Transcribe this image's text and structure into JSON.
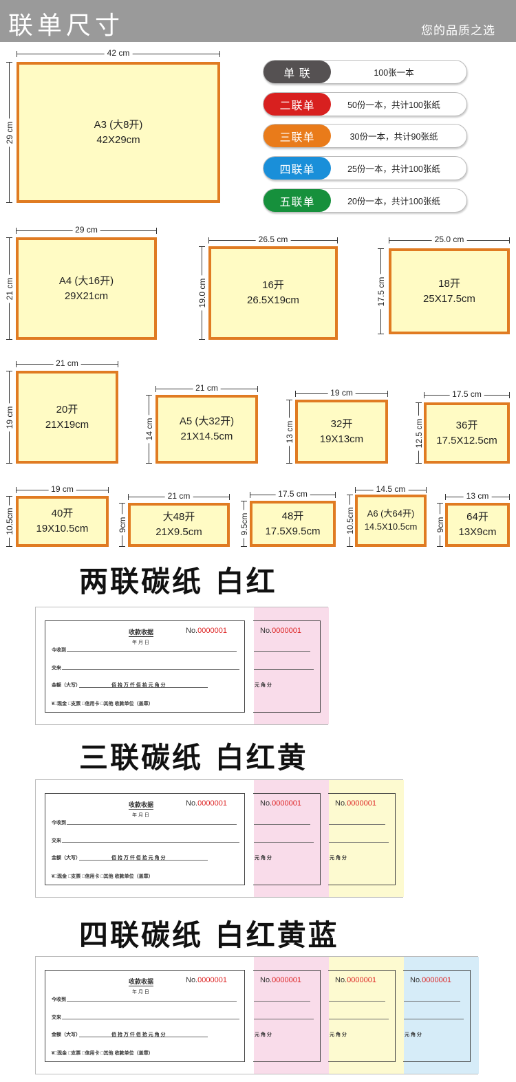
{
  "header": {
    "title": "联单尺寸",
    "slogan": "您的品质之选"
  },
  "plies": [
    {
      "label": "单 联",
      "desc": "100张一本",
      "color": "#555152"
    },
    {
      "label": "二联单",
      "desc": "50份一本，共计100张纸",
      "color": "#d8201f"
    },
    {
      "label": "三联单",
      "desc": "30份一本，共计90张纸",
      "color": "#e97b1a"
    },
    {
      "label": "四联单",
      "desc": "25份一本，共计100张纸",
      "color": "#1a8fd9"
    },
    {
      "label": "五联单",
      "desc": "20份一本，共计100张纸",
      "color": "#16903c"
    }
  ],
  "sizes": [
    {
      "name": "A3 (大8开)",
      "dims": "42X29cm",
      "width": "42 cm",
      "height": "29 cm"
    },
    {
      "name": "A4 (大16开)",
      "dims": "29X21cm",
      "width": "29 cm",
      "height": "21 cm"
    },
    {
      "name": "16开",
      "dims": "26.5X19cm",
      "width": "26.5 cm",
      "height": "19.0 cm"
    },
    {
      "name": "18开",
      "dims": "25X17.5cm",
      "width": "25.0 cm",
      "height": "17.5 cm"
    },
    {
      "name": "20开",
      "dims": "21X19cm",
      "width": "21 cm",
      "height": "19 cm"
    },
    {
      "name": "A5 (大32开)",
      "dims": "21X14.5cm",
      "width": "21 cm",
      "height": "14 cm"
    },
    {
      "name": "32开",
      "dims": "19X13cm",
      "width": "19 cm",
      "height": "13 cm"
    },
    {
      "name": "36开",
      "dims": "17.5X12.5cm",
      "width": "17.5 cm",
      "height": "12.5 cm"
    },
    {
      "name": "40开",
      "dims": "19X10.5cm",
      "width": "19 cm",
      "height": "10.5cm"
    },
    {
      "name": "大48开",
      "dims": "21X9.5cm",
      "width": "21 cm",
      "height": "9cm"
    },
    {
      "name": "48开",
      "dims": "17.5X9.5cm",
      "width": "17.5 cm",
      "height": "9.5cm"
    },
    {
      "name": "A6 (大64开)",
      "dims": "14.5X10.5cm",
      "width": "14.5 cm",
      "height": "10.5cm"
    },
    {
      "name": "64开",
      "dims": "13X9cm",
      "width": "13 cm",
      "height": "9cm"
    }
  ],
  "carbon_sections": [
    {
      "title": "两联碳纸 白红",
      "colors": [
        "#ffffff",
        "#f9dcea"
      ]
    },
    {
      "title": "三联碳纸 白红黄",
      "colors": [
        "#ffffff",
        "#f9dcea",
        "#fdfad0"
      ]
    },
    {
      "title": "四联碳纸 白红黄蓝",
      "colors": [
        "#ffffff",
        "#f9dcea",
        "#fdfad0",
        "#d6ecf8"
      ]
    }
  ],
  "receipt": {
    "title": "收款收据",
    "no_label": "No.",
    "no_value": "0000001",
    "date": "年  月  日",
    "received_from": "今收到",
    "for": "交来",
    "amount": "金额（大写）",
    "units": "佰  拾  万  仟  佰  拾  元  角  分",
    "units_short": "元  角  分",
    "payment": "¥□现金  □支票  □信用卡  □其他  收款单位（盖章）"
  }
}
